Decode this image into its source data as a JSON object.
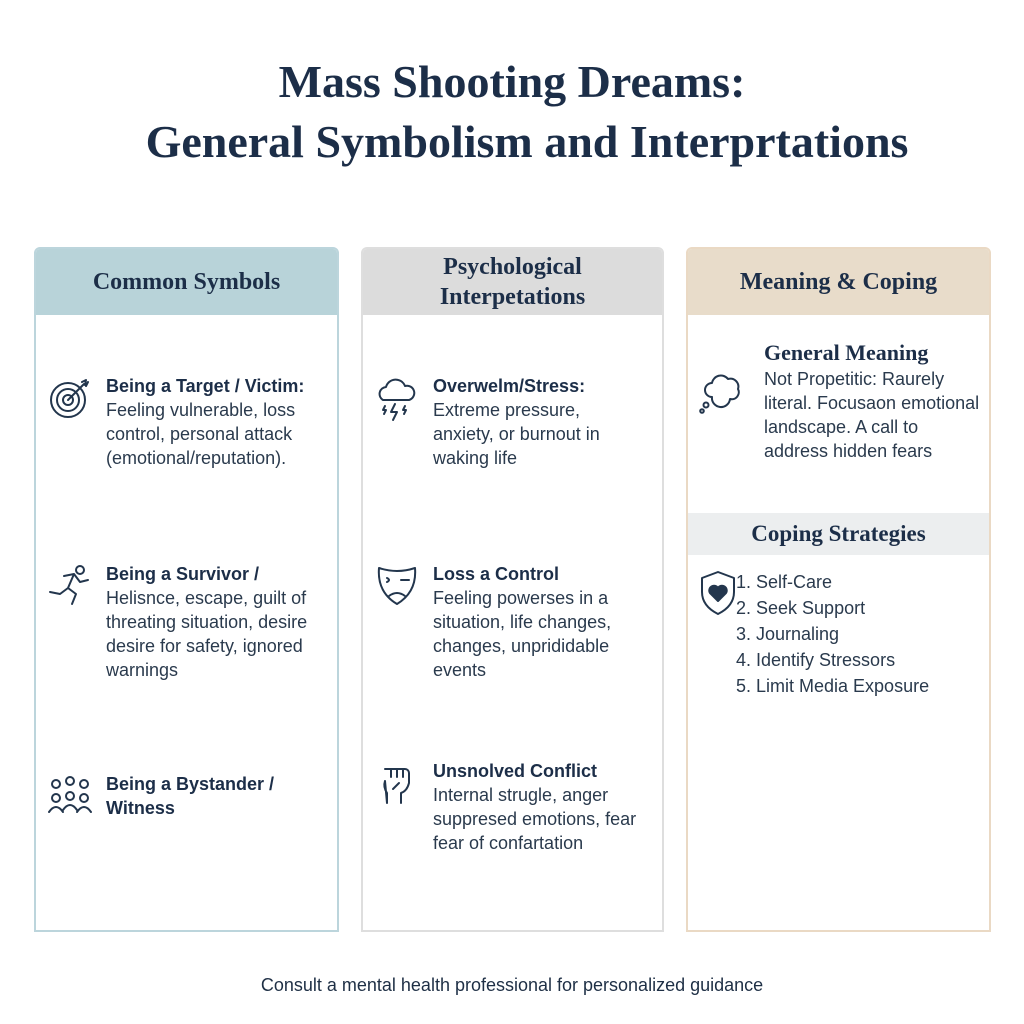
{
  "title": {
    "line1": "Mass Shooting Dreams:",
    "line2": "General Symbolism and Interprtations"
  },
  "columns": [
    {
      "header": "Common Symbols",
      "header_color": "#b8d3d9",
      "items": [
        {
          "icon": "target-icon",
          "heading": "Being a Target / Victim:",
          "body": "Feeling vulnerable, loss control, personal attack (emotional/reputation)."
        },
        {
          "icon": "running-person-icon",
          "heading": "Being a Survivor /",
          "body": "Helisnce, escape, guilt of threating situation, desire desire for safety, ignored warnings"
        },
        {
          "icon": "crowd-icon",
          "heading": "Being a Bystander / Witness",
          "body": ""
        }
      ]
    },
    {
      "header": "Psychological Interpetations",
      "header_color": "#dcdcdc",
      "items": [
        {
          "icon": "storm-cloud-icon",
          "heading": "Overwelm/Stress:",
          "body": "Extreme pressure, anxiety, or burnout in waking life"
        },
        {
          "icon": "sad-mask-icon",
          "heading": "Loss a Control",
          "body": "Feeling powerses in a situation, life changes, changes, unprididable events"
        },
        {
          "icon": "raised-fist-icon",
          "heading": "Unsnolved Conflict",
          "body": "Internal strugle, anger suppresed emotions, fear fear of confartation"
        }
      ]
    },
    {
      "header": "Meaning & Coping",
      "header_color": "#e8dcca",
      "general_meaning": {
        "icon": "thought-bubble-icon",
        "heading": "General Meaning",
        "body": "Not Propetitic: Raurely literal. Focusaon emotional landscape. A call to address hidden fears"
      },
      "coping": {
        "icon": "shield-heart-icon",
        "heading": "Coping Strategies",
        "items": [
          "1. Self-Care",
          "2. Seek Support",
          "3. Journaling",
          "4. Identify Stressors",
          "5. Limit Media Exposure"
        ]
      }
    }
  ],
  "footer": "Consult a mental health professional for personalized guidance"
}
